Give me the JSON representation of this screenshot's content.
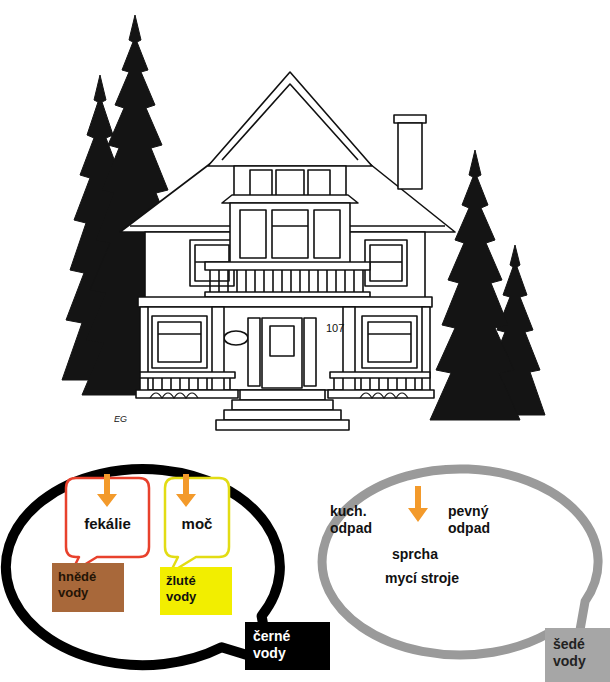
{
  "diagram": {
    "nodes": [
      {
        "text": [
          "černé vody"
        ]
      },
      {
        "text": [
          "fekálie"
        ],
        "in": 0
      },
      {
        "text": [
          "hnědé vody"
        ],
        "in": 0
      },
      {
        "text": [
          "moč"
        ],
        "in": 0
      },
      {
        "text": [
          "žluté vody"
        ],
        "in": 0
      },
      {
        "text": [
          "kuch. odpad",
          "pevný odpad",
          "sprcha",
          "mycí stroje",
          "šedé vody"
        ]
      }
    ],
    "labels": [
      "107",
      "EG"
    ]
  }
}
